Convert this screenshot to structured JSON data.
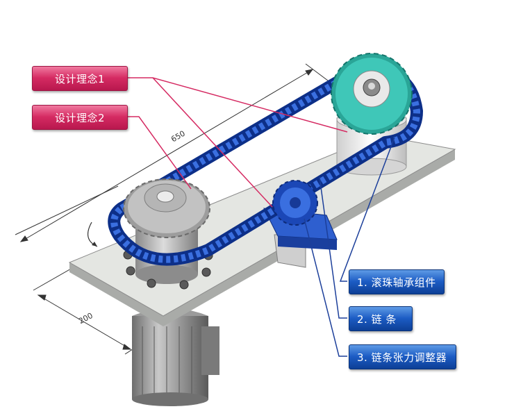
{
  "callouts": {
    "design_1": "设计理念1",
    "design_2": "设计理念2",
    "item_1": "1. 滚珠轴承组件",
    "item_2": "2. 链 条",
    "item_3": "3. 链条张力调整器"
  },
  "dimensions": {
    "length": "650",
    "width": "200"
  },
  "colors": {
    "callout_red": "#d52a62",
    "callout_blue": "#1c5cc4",
    "chain": "#1f4fc8",
    "driven_sprocket": "#3fc7b8",
    "plate": "#e4e6e2"
  }
}
